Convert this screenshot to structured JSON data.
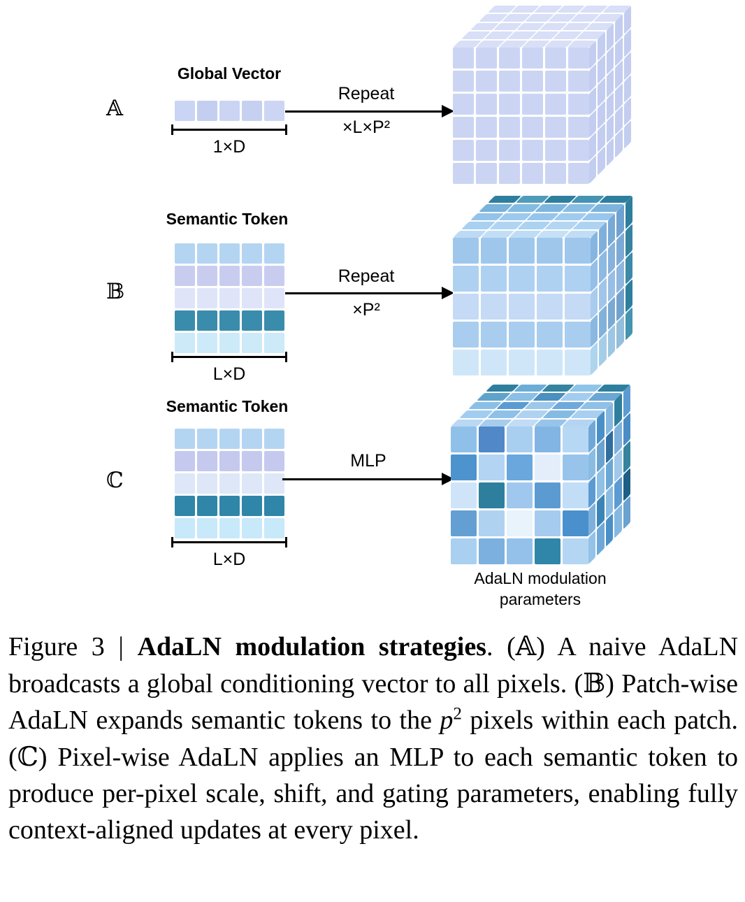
{
  "figure": {
    "panels": [
      {
        "symbol": "𝔸",
        "token_label": "Global Vector",
        "dim_label": "1×D",
        "arrow_label_top": "Repeat",
        "arrow_label_bottom": "×L×P²",
        "token_cols": 5,
        "token_colors": [
          [
            "#cad4f4",
            "#c4cef0",
            "#cbd5f3",
            "#c6d0f1",
            "#ccd6f4"
          ]
        ]
      },
      {
        "symbol": "𝔹",
        "token_label": "Semantic Token",
        "dim_label": "L×D",
        "arrow_label_top": "Repeat",
        "arrow_label_bottom": "×P²",
        "token_cols": 5,
        "token_colors": [
          "#b4d5f2",
          "#c8cdf0",
          "#dfe4f8",
          "#3a8cac",
          "#cdeaf8"
        ]
      },
      {
        "symbol": "ℂ",
        "token_label": "Semantic Token",
        "dim_label": "L×D",
        "arrow_label_top": "MLP",
        "arrow_label_bottom": "",
        "token_cols": 5,
        "token_colors": [
          "#b4d5f2",
          "#c5c9ee",
          "#dee7f7",
          "#2f86a8",
          "#c7e9fa"
        ]
      }
    ],
    "cube_annotation_lines": [
      "AdaLN modulation",
      "parameters"
    ],
    "cubes": [
      {
        "rows": 6,
        "cols": 6,
        "depth": 5,
        "front": "#cbd5f3",
        "top": "#d8dff7",
        "side": "#c2cdef"
      },
      {
        "rows": 5,
        "cols": 5,
        "depth": 5,
        "front": [
          "#9fc7ec",
          "#afd1f1",
          "#c4daf5",
          "#a8cdef",
          "#cfe6f8"
        ],
        "top": [
          [
            "#2e7f9e",
            "#4f9cba",
            "#2e7f9e",
            "#4594b4",
            "#2e7f9e"
          ],
          [
            "#79b2da",
            "#84bbe2",
            "#7eb6de",
            "#88bee4",
            "#7cb4dc"
          ],
          [
            "#93c3ea",
            "#9cc9ee",
            "#96c5ec",
            "#9fcbef",
            "#98c6ec"
          ],
          [
            "#a8d0f0",
            "#b0d5f2",
            "#abd2f1",
            "#b3d6f3",
            "#aed3f1"
          ],
          [
            "#bcdaf4",
            "#c2def6",
            "#bedcf5",
            "#c5e0f7",
            "#c0ddf5"
          ]
        ],
        "side": [
          [
            "#86b6e0",
            "#7fb0dc",
            "#78aad6",
            "#6fa2d0",
            "#2e7f9e"
          ],
          [
            "#95bfe6",
            "#8eb9e2",
            "#86b2dc",
            "#7daad4",
            "#35839f"
          ],
          [
            "#a8cbee",
            "#a0c5ea",
            "#98bee4",
            "#8fb6de",
            "#3d89a8"
          ],
          [
            "#8ab8e0",
            "#82b1da",
            "#7aaad4",
            "#72a2cc",
            "#2e7f9e"
          ],
          [
            "#aed4ee",
            "#a6cde8",
            "#9dc6e2",
            "#94bedc",
            "#4594b0"
          ]
        ]
      },
      {
        "rows": 5,
        "cols": 5,
        "depth": 5,
        "front": [
          [
            "#8fc0ea",
            "#5188c8",
            "#a8cef0",
            "#83b5e4",
            "#b7d8f4"
          ],
          [
            "#4d94ce",
            "#b3d4f2",
            "#6aa7dc",
            "#e3eefa",
            "#98c4ec"
          ],
          [
            "#cfe4f8",
            "#2e7f9e",
            "#a0c8ee",
            "#5b9bd2",
            "#c2ddf6"
          ],
          [
            "#649fd4",
            "#b0d2f1",
            "#e8f3fb",
            "#a5cbee",
            "#4a90cc"
          ],
          [
            "#a9d0f0",
            "#7cb0de",
            "#93c1ea",
            "#2f86a8",
            "#b4d6f3"
          ]
        ],
        "top": [
          [
            "#2e7f9e",
            "#6badd6",
            "#35839f",
            "#8fc4e8",
            "#2e7f9e"
          ],
          [
            "#5fa3cc",
            "#8abfe6",
            "#4a90c0",
            "#a3cdf0",
            "#6aa7d4"
          ],
          [
            "#8abfe6",
            "#5b9bd2",
            "#9cc8ec",
            "#6fa8dc",
            "#8fc0e8"
          ],
          [
            "#a3cdf0",
            "#8fc0e8",
            "#b0d2f1",
            "#85bbe2",
            "#a8cef0"
          ],
          [
            "#b9d8f4",
            "#a6cdee",
            "#c2dcf5",
            "#98c4ea",
            "#b4d5f2"
          ]
        ],
        "side": [
          [
            "#6fa8d8",
            "#4a90c8",
            "#85b8e0",
            "#2e7f9e",
            "#5b9bd2"
          ],
          [
            "#8abce2",
            "#6aa2d0",
            "#2f6e9e",
            "#7fb0dc",
            "#4a8cc4"
          ],
          [
            "#5b9bd2",
            "#8fc0e6",
            "#6aa7d4",
            "#a0c8ea",
            "#35839f"
          ],
          [
            "#7fb0dc",
            "#3a85b5",
            "#8abce2",
            "#5b9bd2",
            "#1d5f85"
          ],
          [
            "#94c2e8",
            "#6fa8d8",
            "#4a90c8",
            "#85b8e0",
            "#6aa2d0"
          ]
        ]
      }
    ]
  },
  "caption": {
    "segments": [
      {
        "text": "Figure 3 | ",
        "style": "normal"
      },
      {
        "text": "AdaLN modulation strategies",
        "style": "bold"
      },
      {
        "text": ". (",
        "style": "normal"
      },
      {
        "text": "𝔸",
        "style": "bb"
      },
      {
        "text": ") A naive AdaLN broadcasts a global conditioning vector to all pixels. (",
        "style": "normal"
      },
      {
        "text": "𝔹",
        "style": "bb"
      },
      {
        "text": ") Patch-wise AdaLN expands semantic tokens to the ",
        "style": "normal"
      },
      {
        "text": "p",
        "style": "italic"
      },
      {
        "text": "2",
        "style": "sup"
      },
      {
        "text": " pixels within each patch. (",
        "style": "normal"
      },
      {
        "text": "ℂ",
        "style": "bb"
      },
      {
        "text": ") Pixel-wise AdaLN applies an MLP to each semantic token to produce per-pixel scale, shift, and gating parameters, enabling fully context-aligned updates at every pixel.",
        "style": "normal"
      }
    ]
  }
}
